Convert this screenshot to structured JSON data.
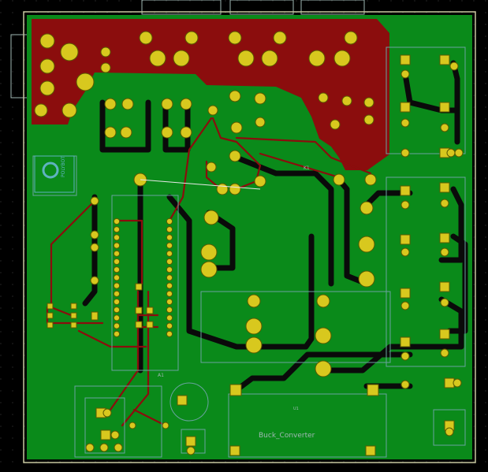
{
  "colors": {
    "background": "#000000",
    "board": "#0a8a1a",
    "copper_top": "#8b0d0d",
    "copper_bottom": "#0a0a0a",
    "pad": "#d8c81e",
    "pad_hole": "#5a5a00",
    "silkscreen": "#9fb7b3",
    "edge": "#c8c8a0"
  },
  "labels": {
    "buck_converter": "Buck_Converter",
    "u1": "U1",
    "a1": "A1",
    "k1": "K1",
    "logo": "POLYBOT"
  }
}
